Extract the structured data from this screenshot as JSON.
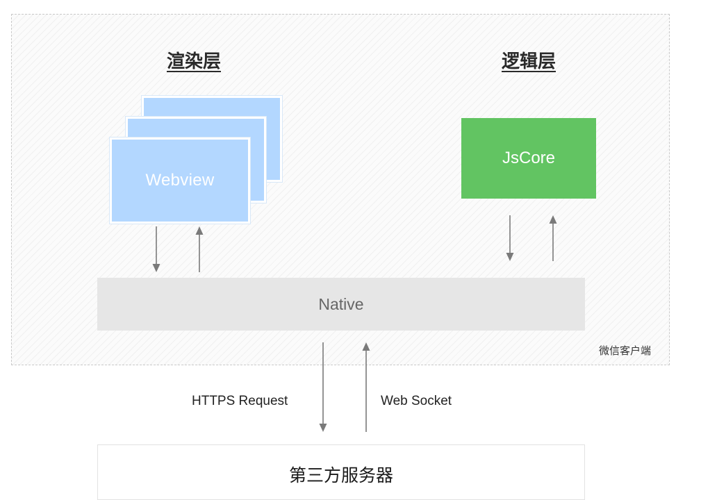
{
  "diagram": {
    "render_layer_title": "渲染层",
    "logic_layer_title": "逻辑层",
    "webview_label": "Webview",
    "jscore_label": "JsCore",
    "native_label": "Native",
    "client_label": "微信客户端",
    "https_label": "HTTPS Request",
    "socket_label": "Web Socket",
    "server_label": "第三方服务器"
  },
  "colors": {
    "webview_fill": "#b3d7ff",
    "jscore_fill": "#62c462",
    "native_fill": "#e6e6e6",
    "arrow": "#7a7a7a"
  }
}
